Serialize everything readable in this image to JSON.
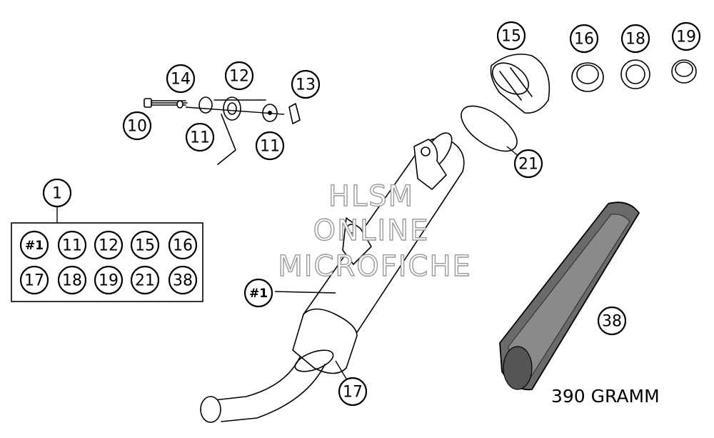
{
  "diagram": {
    "callouts": {
      "c1": "1",
      "c10": "10",
      "c11a": "11",
      "c11b": "11",
      "c12": "12",
      "c13": "13",
      "c14": "14",
      "c15": "15",
      "c16": "16",
      "c17": "17",
      "c18": "18",
      "c19": "19",
      "c21": "21",
      "c38": "38",
      "c_hash1": "#1"
    },
    "kit_box": {
      "items": [
        "#1",
        "11",
        "12",
        "15",
        "16",
        "17",
        "18",
        "19",
        "21",
        "38"
      ]
    },
    "watermark": {
      "line1": "HLSM",
      "line2": "ONLINE",
      "line3": "MICROFICHE"
    },
    "weight_label": "390 GRAMM"
  }
}
